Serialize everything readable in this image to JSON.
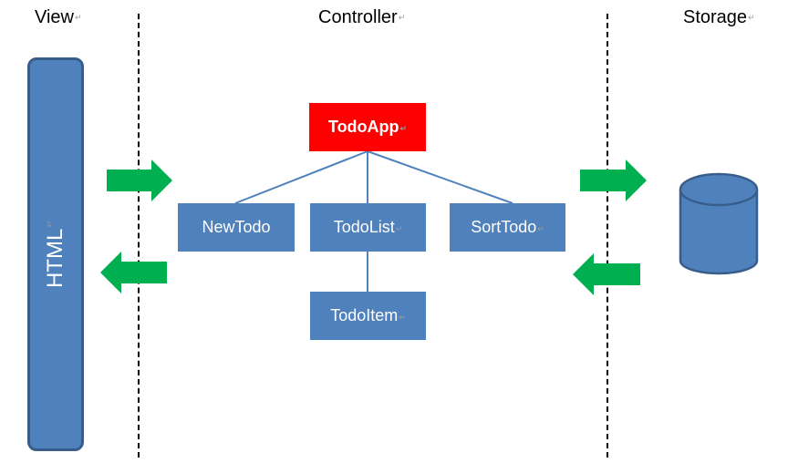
{
  "columns": {
    "view": "View",
    "controller": "Controller",
    "storage": "Storage"
  },
  "view_block": {
    "label": "HTML"
  },
  "controller_nodes": {
    "root": "TodoApp",
    "new_todo": "NewTodo",
    "todo_list": "TodoList",
    "sort_todo": "SortTodo",
    "todo_item": "TodoItem"
  },
  "colors": {
    "node_fill": "#4f81bd",
    "root_fill": "#ff0000",
    "arrow_fill": "#00b050",
    "connector": "#4f81bd"
  }
}
